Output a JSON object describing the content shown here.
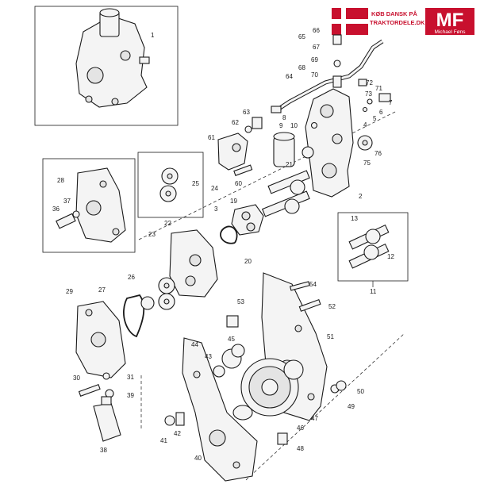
{
  "brand": {
    "tagline_line1": "KØB DANSK PÅ",
    "tagline_line2": "TRAKTORDELE.DK",
    "logo_letters": "MF",
    "logo_name": "Michael Føns",
    "flag_red": "#c8102e",
    "logo_red": "#c8102e"
  },
  "callouts": [
    "1",
    "2",
    "3",
    "4",
    "5",
    "6",
    "7",
    "8",
    "9",
    "10",
    "11",
    "12",
    "13",
    "19",
    "20",
    "21",
    "22",
    "23",
    "24",
    "25",
    "26",
    "27",
    "28",
    "29",
    "30",
    "31",
    "36",
    "37",
    "38",
    "39",
    "40",
    "41",
    "42",
    "43",
    "44",
    "45",
    "46",
    "47",
    "48",
    "49",
    "50",
    "51",
    "52",
    "53",
    "54",
    "60",
    "61",
    "62",
    "63",
    "64",
    "65",
    "66",
    "67",
    "68",
    "69",
    "70",
    "71",
    "72",
    "73",
    "75",
    "76"
  ]
}
